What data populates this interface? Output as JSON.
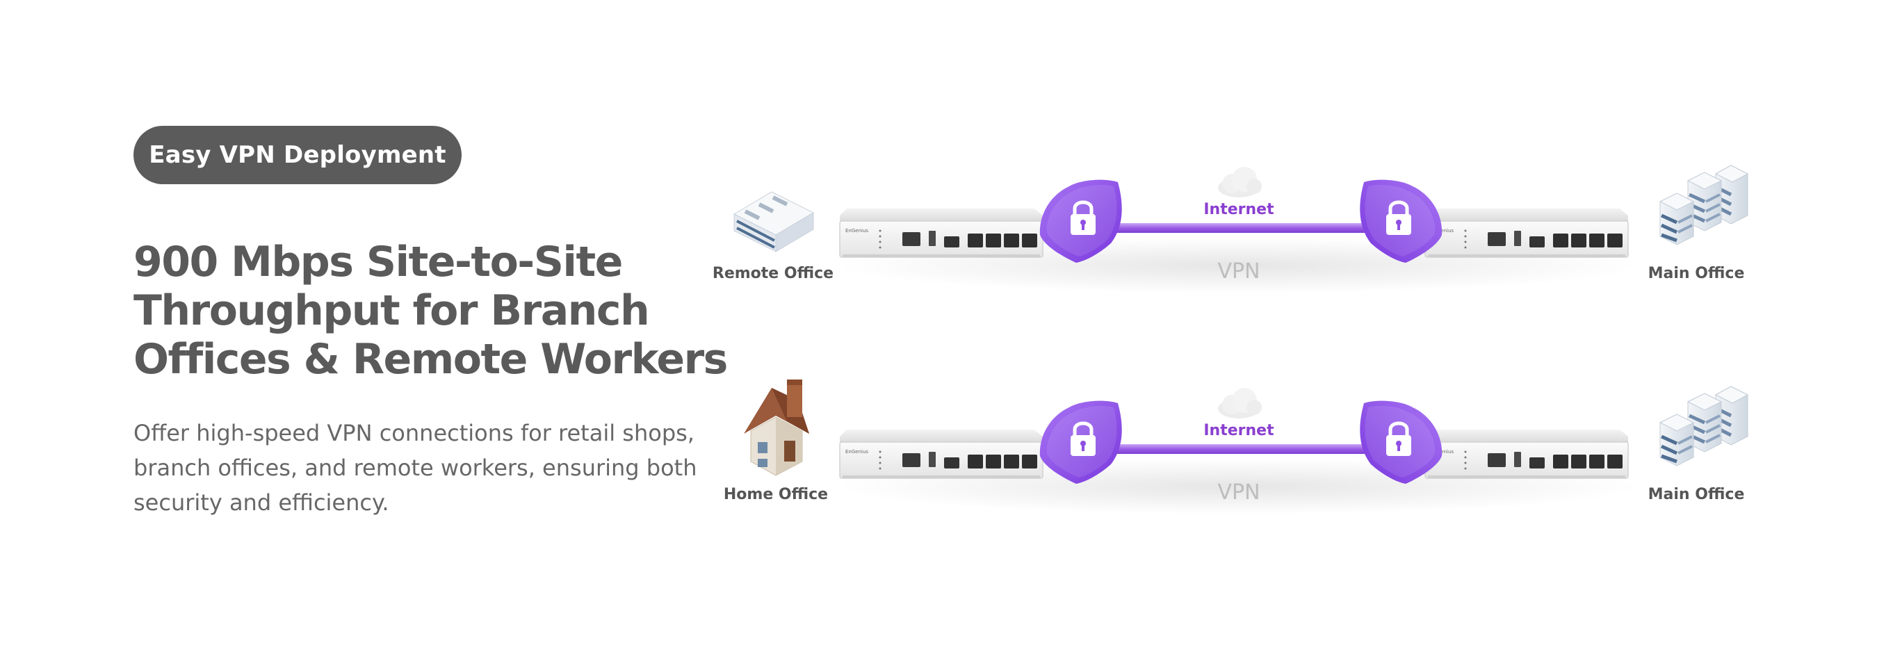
{
  "badge": {
    "label": "Easy VPN Deployment"
  },
  "headline": {
    "lines": [
      "900 Mbps Site-to-Site",
      "Throughput for Branch",
      "Offices & Remote Workers"
    ]
  },
  "description": {
    "lines": [
      "Offer high-speed VPN connections for retail shops,",
      "branch offices, and remote workers, ensuring both",
      "security and efficiency."
    ]
  },
  "diagram": {
    "rows": [
      {
        "left_site": "Remote Office",
        "left_icon": "office-building-icon",
        "cloud_label": "Internet",
        "tunnel_label": "VPN",
        "right_site": "Main Office",
        "right_icon": "buildings-icon"
      },
      {
        "left_site": "Home Office",
        "left_icon": "house-icon",
        "cloud_label": "Internet",
        "tunnel_label": "VPN",
        "right_site": "Main Office",
        "right_icon": "buildings-icon"
      }
    ],
    "colors": {
      "tunnel": "#9b5de5",
      "shield": "#8f4fe3",
      "internet_text": "#8a3fd0",
      "vpn_text": "#bdbdbd"
    }
  }
}
